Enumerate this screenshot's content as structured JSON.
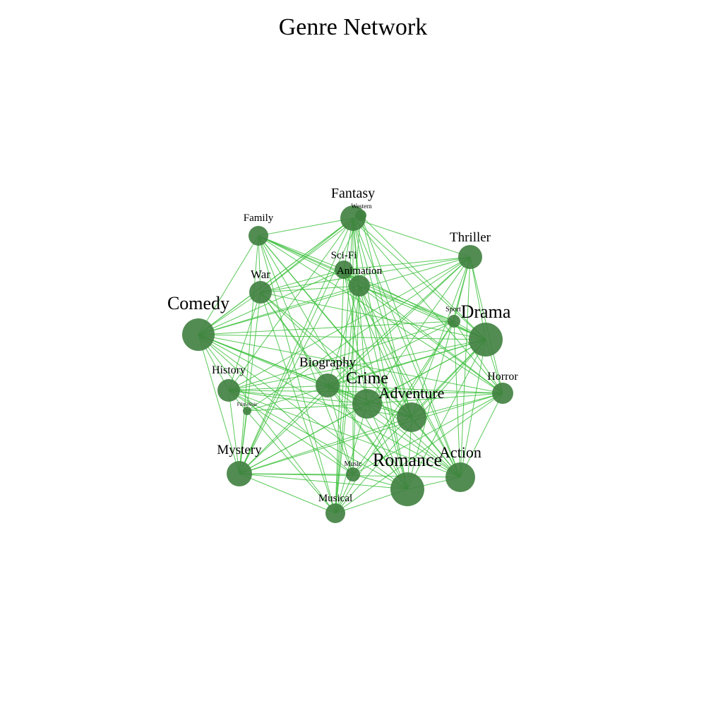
{
  "title": "Genre Network",
  "colors": {
    "edge": "#3cbf3c",
    "node": "#3f7f3f",
    "background": "#ffffff",
    "text": "#000000"
  },
  "nodes": [
    {
      "id": "Fantasy",
      "label": "Fantasy"
    },
    {
      "id": "Western",
      "label": "Western"
    },
    {
      "id": "Family",
      "label": "Family"
    },
    {
      "id": "Thriller",
      "label": "Thriller"
    },
    {
      "id": "Sci-Fi",
      "label": "Sci-Fi"
    },
    {
      "id": "Animation",
      "label": "Animation"
    },
    {
      "id": "War",
      "label": "War"
    },
    {
      "id": "Comedy",
      "label": "Comedy"
    },
    {
      "id": "Sport",
      "label": "Sport"
    },
    {
      "id": "Drama",
      "label": "Drama"
    },
    {
      "id": "Biography",
      "label": "Biography"
    },
    {
      "id": "History",
      "label": "History"
    },
    {
      "id": "Crime",
      "label": "Crime"
    },
    {
      "id": "Horror",
      "label": "Horror"
    },
    {
      "id": "Adventure",
      "label": "Adventure"
    },
    {
      "id": "Film-Noir",
      "label": "Film-Noir"
    },
    {
      "id": "Mystery",
      "label": "Mystery"
    },
    {
      "id": "Music",
      "label": "Music"
    },
    {
      "id": "Romance",
      "label": "Romance"
    },
    {
      "id": "Action",
      "label": "Action"
    },
    {
      "id": "Musical",
      "label": "Musical"
    }
  ],
  "edges": [
    [
      "Comedy",
      "Drama"
    ],
    [
      "Comedy",
      "Romance"
    ],
    [
      "Comedy",
      "Action"
    ],
    [
      "Comedy",
      "Adventure"
    ],
    [
      "Comedy",
      "Crime"
    ],
    [
      "Comedy",
      "Family"
    ],
    [
      "Comedy",
      "Fantasy"
    ],
    [
      "Comedy",
      "Animation"
    ],
    [
      "Comedy",
      "Thriller"
    ],
    [
      "Comedy",
      "Mystery"
    ],
    [
      "Comedy",
      "Music"
    ],
    [
      "Comedy",
      "Musical"
    ],
    [
      "Comedy",
      "Horror"
    ],
    [
      "Comedy",
      "Sci-Fi"
    ],
    [
      "Comedy",
      "Biography"
    ],
    [
      "Comedy",
      "Sport"
    ],
    [
      "Comedy",
      "War"
    ],
    [
      "Comedy",
      "History"
    ],
    [
      "Drama",
      "Romance"
    ],
    [
      "Drama",
      "Action"
    ],
    [
      "Drama",
      "Adventure"
    ],
    [
      "Drama",
      "Crime"
    ],
    [
      "Drama",
      "Thriller"
    ],
    [
      "Drama",
      "Mystery"
    ],
    [
      "Drama",
      "Biography"
    ],
    [
      "Drama",
      "History"
    ],
    [
      "Drama",
      "War"
    ],
    [
      "Drama",
      "Sport"
    ],
    [
      "Drama",
      "Family"
    ],
    [
      "Drama",
      "Fantasy"
    ],
    [
      "Drama",
      "Horror"
    ],
    [
      "Drama",
      "Music"
    ],
    [
      "Drama",
      "Musical"
    ],
    [
      "Drama",
      "Sci-Fi"
    ],
    [
      "Drama",
      "Animation"
    ],
    [
      "Drama",
      "Western"
    ],
    [
      "Drama",
      "Film-Noir"
    ],
    [
      "Romance",
      "Action"
    ],
    [
      "Romance",
      "Adventure"
    ],
    [
      "Romance",
      "Crime"
    ],
    [
      "Romance",
      "Fantasy"
    ],
    [
      "Romance",
      "Musical"
    ],
    [
      "Romance",
      "Music"
    ],
    [
      "Romance",
      "Mystery"
    ],
    [
      "Romance",
      "Thriller"
    ],
    [
      "Romance",
      "War"
    ],
    [
      "Romance",
      "History"
    ],
    [
      "Romance",
      "Family"
    ],
    [
      "Romance",
      "Biography"
    ],
    [
      "Romance",
      "Animation"
    ],
    [
      "Romance",
      "Sci-Fi"
    ],
    [
      "Action",
      "Adventure"
    ],
    [
      "Action",
      "Crime"
    ],
    [
      "Action",
      "Thriller"
    ],
    [
      "Action",
      "Sci-Fi"
    ],
    [
      "Action",
      "Fantasy"
    ],
    [
      "Action",
      "Mystery"
    ],
    [
      "Action",
      "Horror"
    ],
    [
      "Action",
      "Animation"
    ],
    [
      "Action",
      "War"
    ],
    [
      "Action",
      "History"
    ],
    [
      "Action",
      "Western"
    ],
    [
      "Action",
      "Biography"
    ],
    [
      "Action",
      "Family"
    ],
    [
      "Action",
      "Sport"
    ],
    [
      "Adventure",
      "Fantasy"
    ],
    [
      "Adventure",
      "Family"
    ],
    [
      "Adventure",
      "Animation"
    ],
    [
      "Adventure",
      "Sci-Fi"
    ],
    [
      "Adventure",
      "Thriller"
    ],
    [
      "Adventure",
      "Crime"
    ],
    [
      "Adventure",
      "Mystery"
    ],
    [
      "Adventure",
      "History"
    ],
    [
      "Adventure",
      "War"
    ],
    [
      "Adventure",
      "Biography"
    ],
    [
      "Adventure",
      "Western"
    ],
    [
      "Adventure",
      "Horror"
    ],
    [
      "Crime",
      "Thriller"
    ],
    [
      "Crime",
      "Mystery"
    ],
    [
      "Crime",
      "Biography"
    ],
    [
      "Crime",
      "Film-Noir"
    ],
    [
      "Crime",
      "Horror"
    ],
    [
      "Crime",
      "History"
    ],
    [
      "Crime",
      "Sci-Fi"
    ],
    [
      "Crime",
      "Fantasy"
    ],
    [
      "Crime",
      "Musical"
    ],
    [
      "Thriller",
      "Mystery"
    ],
    [
      "Thriller",
      "Horror"
    ],
    [
      "Thriller",
      "Sci-Fi"
    ],
    [
      "Thriller",
      "Fantasy"
    ],
    [
      "Thriller",
      "Biography"
    ],
    [
      "Thriller",
      "War"
    ],
    [
      "Thriller",
      "Sport"
    ],
    [
      "Thriller",
      "History"
    ],
    [
      "Fantasy",
      "Family"
    ],
    [
      "Fantasy",
      "Animation"
    ],
    [
      "Fantasy",
      "Sci-Fi"
    ],
    [
      "Fantasy",
      "Mystery"
    ],
    [
      "Fantasy",
      "Horror"
    ],
    [
      "Fantasy",
      "Musical"
    ],
    [
      "Fantasy",
      "Music"
    ],
    [
      "Fantasy",
      "War"
    ],
    [
      "Fantasy",
      "History"
    ],
    [
      "Fantasy",
      "Western"
    ],
    [
      "Fantasy",
      "Comedy"
    ],
    [
      "Family",
      "Animation"
    ],
    [
      "Family",
      "Sci-Fi"
    ],
    [
      "Family",
      "Musical"
    ],
    [
      "Family",
      "Sport"
    ],
    [
      "Family",
      "Horror"
    ],
    [
      "Family",
      "Music"
    ],
    [
      "Family",
      "Mystery"
    ],
    [
      "Family",
      "War"
    ],
    [
      "Mystery",
      "Horror"
    ],
    [
      "Mystery",
      "Sci-Fi"
    ],
    [
      "Mystery",
      "Biography"
    ],
    [
      "Mystery",
      "History"
    ],
    [
      "Mystery",
      "Film-Noir"
    ],
    [
      "Mystery",
      "Musical"
    ],
    [
      "Mystery",
      "Music"
    ],
    [
      "Mystery",
      "War"
    ],
    [
      "Biography",
      "History"
    ],
    [
      "Biography",
      "War"
    ],
    [
      "Biography",
      "Music"
    ],
    [
      "Biography",
      "Sport"
    ],
    [
      "Biography",
      "Animation"
    ],
    [
      "History",
      "War"
    ],
    [
      "History",
      "Musical"
    ],
    [
      "History",
      "Music"
    ],
    [
      "History",
      "Sport"
    ],
    [
      "History",
      "Horror"
    ],
    [
      "Horror",
      "Sci-Fi"
    ],
    [
      "Horror",
      "Musical"
    ],
    [
      "Horror",
      "Music"
    ],
    [
      "Horror",
      "Animation"
    ],
    [
      "Horror",
      "Biography"
    ],
    [
      "Sci-Fi",
      "Animation"
    ],
    [
      "Sci-Fi",
      "War"
    ],
    [
      "Sci-Fi",
      "Musical"
    ],
    [
      "Animation",
      "Musical"
    ],
    [
      "Animation",
      "Music"
    ],
    [
      "Animation",
      "War"
    ],
    [
      "Animation",
      "Sport"
    ],
    [
      "War",
      "Musical"
    ],
    [
      "War",
      "Western"
    ],
    [
      "Music",
      "Musical"
    ],
    [
      "Music",
      "Sport"
    ],
    [
      "Sport",
      "Horror"
    ],
    [
      "Western",
      "Musical"
    ],
    [
      "Western",
      "Mystery"
    ],
    [
      "Film-Noir",
      "Thriller"
    ],
    [
      "Musical",
      "Sport"
    ]
  ]
}
